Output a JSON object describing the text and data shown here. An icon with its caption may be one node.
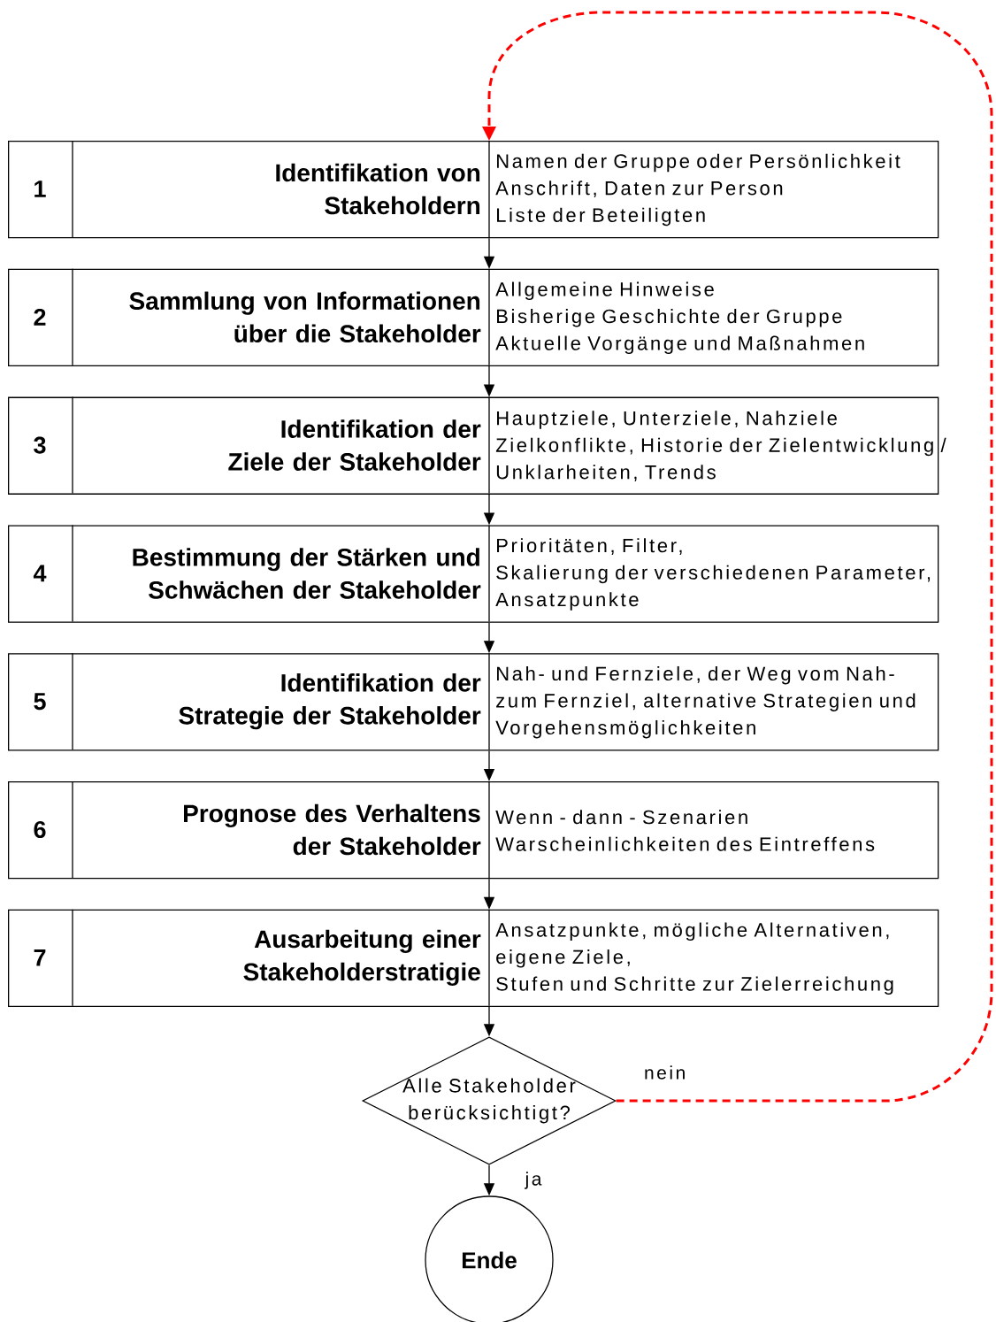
{
  "diagram": {
    "nodes": [
      {
        "text": [
          "1",
          "Identifikation von Stakeholdern",
          "Namen der Gruppe oder Persönlichkeit",
          "Anschrift, Daten zur Person",
          "Liste der Beteiligten"
        ]
      },
      {
        "text": [
          "2",
          "Sammlung von Informationen über die Stakeholder",
          "Allgemeine Hinweise",
          "Bisherige Geschichte der Gruppe",
          "Aktuelle Vorgänge und Maßnahmen"
        ]
      },
      {
        "text": [
          "3",
          "Identifikation der Ziele der Stakeholder",
          "Hauptziele, Unterziele, Nahziele",
          "Zielkonflikte, Historie der Zielentwicklung /",
          "Unklarheiten, Trends"
        ]
      },
      {
        "text": [
          "4",
          "Bestimmung der Stärken und Schwächen der Stakeholder",
          "Prioritäten, Filter,",
          "Skalierung der verschiedenen Parameter,",
          "Ansatzpunkte"
        ]
      },
      {
        "text": [
          "5",
          "Identifikation der Strategie der Stakeholder",
          "Nah- und Fernziele, der Weg vom Nah- zum Fernziel, alternative Strategien und Vorgehensmöglichkeiten"
        ]
      },
      {
        "text": [
          "6",
          "Prognose des Verhaltens der Stakeholder",
          "Wenn - dann - Szenarien",
          "Warscheinlichkeiten des Eintreffens"
        ]
      },
      {
        "text": [
          "7",
          "Ausarbeitung einer Stakeholderstratigie",
          "Ansatzpunkte, mögliche Alternativen,",
          "eigene Ziele,",
          "Stufen und Schritte zur Zielerreichung"
        ]
      },
      {
        "text": [
          "Alle Stakeholder berücksichtigt?"
        ]
      },
      {
        "text": [
          "Ende"
        ]
      }
    ],
    "edges": [
      {
        "from": 0,
        "to": 1,
        "arrow": "to"
      },
      {
        "from": 1,
        "to": 2,
        "arrow": "to"
      },
      {
        "from": 2,
        "to": 3,
        "arrow": "to"
      },
      {
        "from": 3,
        "to": 4,
        "arrow": "to"
      },
      {
        "from": 4,
        "to": 5,
        "arrow": "to"
      },
      {
        "from": 5,
        "to": 6,
        "arrow": "to"
      },
      {
        "from": 6,
        "to": 7,
        "arrow": "to"
      },
      {
        "from": 7,
        "to": 8,
        "arrow": "to",
        "label": "ja"
      },
      {
        "from": 7,
        "to": 0,
        "arrow": "to",
        "label": "nein",
        "style": "dashed",
        "color": "#ff0000"
      }
    ]
  }
}
